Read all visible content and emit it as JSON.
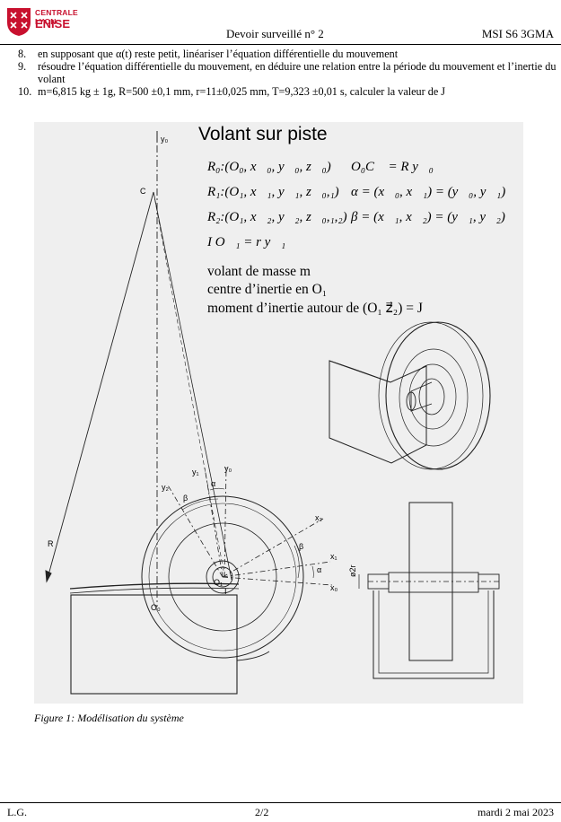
{
  "header": {
    "logo_top": "CENTRALE LYON",
    "logo_bottom": "ENISE",
    "title": "Devoir surveillé n° 2",
    "course": "MSI S6 3GMA"
  },
  "questions": [
    {
      "num": "8.",
      "text": "en supposant que α(t) reste petit, linéariser l’équation différentielle du mouvement"
    },
    {
      "num": "9.",
      "text": "résoudre l’équation différentielle du mouvement, en déduire une relation entre la période du mouvement et l’inertie du volant"
    },
    {
      "num": "10.",
      "text": "m=6,815 kg ± 1g, R=500 ±0,1 mm, r=11±0,025 mm, T=9,323 ±0,01 s, calculer la valeur de J"
    }
  ],
  "figure": {
    "title": "Volant sur piste",
    "frames": [
      "R₀:(O₀, x⃗₀, y⃗₀, z⃗₀)",
      "R₁:(O₁, x⃗₁, y⃗₁, z⃗₀,₁)",
      "R₂:(O₁, x⃗₂, y⃗₂, z⃗₀,₁,₂)",
      "I O⃗₁ = r y⃗₁"
    ],
    "relations": [
      "O₀C⃗ = R y⃗₀",
      "α = (x⃗₀, x⃗₁) = (y⃗₀, y⃗₁)",
      "β = (x⃗₁, x⃗₂) = (y⃗₁, y⃗₂)"
    ],
    "desc": [
      "volant de masse m",
      "centre d’inertie en O₁",
      "moment d’inertie autour de (O₁ z⃗₂) = J"
    ],
    "labels": {
      "y0_top": "y₀",
      "C": "C",
      "R": "R",
      "O0": "O₀",
      "O1": "O₁",
      "I": "I",
      "y1": "y₁",
      "y0": "y₀",
      "y2": "y₂",
      "alpha": "α",
      "beta": "β",
      "x2": "x₂",
      "x1": "x₁",
      "x0": "x₀",
      "beta2": "β",
      "alpha2": "α",
      "diam": "ø2r"
    }
  },
  "caption": "Figure 1: Modélisation du système",
  "footer": {
    "left": "L.G.",
    "center": "2/2",
    "right": "mardi 2 mai 2023"
  }
}
